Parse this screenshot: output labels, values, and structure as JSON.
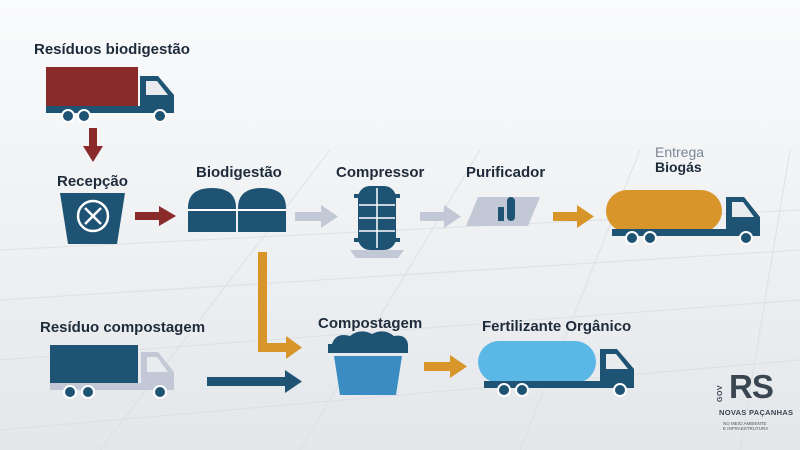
{
  "labels": {
    "residuos_biodigestao": "Resíduos biodigestão",
    "recepcao": "Recepção",
    "biodigestao": "Biodigestão",
    "compressor": "Compressor",
    "purificador": "Purificador",
    "entrega": "Entrega",
    "biogas": "Biogás",
    "residuo_compostagem": "Resíduo compostagem",
    "compostagem": "Compostagem",
    "fertilizante": "Fertilizante Orgânico"
  },
  "logo": {
    "gov": "GOV",
    "rs": "RS",
    "novas": "NOVAS PAÇANHAS",
    "sub1": "NO MEIO AMBIENTE",
    "sub2": "E INFRAESTRUTURA"
  },
  "colors": {
    "dark_blue": "#1f5374",
    "maroon": "#8b2a2a",
    "orange": "#d8962a",
    "light_blue": "#5bb8e6",
    "gray_arrow": "#c3c8d6"
  }
}
